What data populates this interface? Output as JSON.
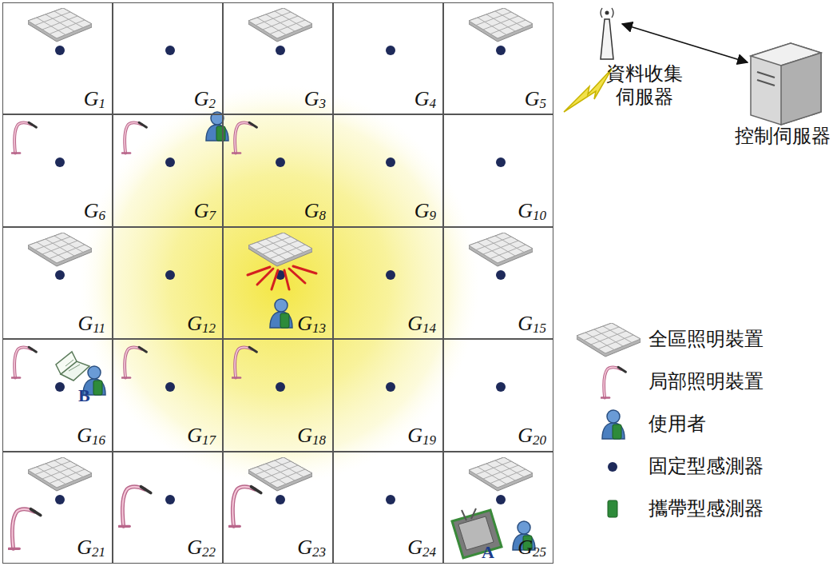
{
  "diagram": {
    "nodes": [
      {
        "text": [
          "G1"
        ]
      },
      {
        "text": [
          "G2"
        ]
      },
      {
        "text": [
          "G3"
        ]
      },
      {
        "text": [
          "G4"
        ]
      },
      {
        "text": [
          "G5"
        ]
      },
      {
        "text": [
          "G6"
        ]
      },
      {
        "text": [
          "G7"
        ]
      },
      {
        "text": [
          "G8"
        ]
      },
      {
        "text": [
          "G9"
        ]
      },
      {
        "text": [
          "G10"
        ]
      },
      {
        "text": [
          "G11"
        ]
      },
      {
        "text": [
          "G12"
        ]
      },
      {
        "text": [
          "G13"
        ]
      },
      {
        "text": [
          "G14"
        ]
      },
      {
        "text": [
          "G15"
        ]
      },
      {
        "text": [
          "G16"
        ]
      },
      {
        "text": [
          "G17"
        ]
      },
      {
        "text": [
          "G18"
        ]
      },
      {
        "text": [
          "G19"
        ]
      },
      {
        "text": [
          "G20"
        ]
      },
      {
        "text": [
          "G21"
        ]
      },
      {
        "text": [
          "G22"
        ]
      },
      {
        "text": [
          "G23"
        ]
      },
      {
        "text": [
          "G24"
        ]
      },
      {
        "text": [
          "G25"
        ]
      },
      {
        "text": [
          "資料收集伺服器"
        ]
      },
      {
        "text": [
          "控制伺服器"
        ]
      }
    ],
    "edges": [
      {
        "from": 25,
        "to": 26,
        "arrow": "both"
      }
    ],
    "labels": [
      "B",
      "A"
    ],
    "legend": [
      {
        "text": "全區照明裝置"
      },
      {
        "text": "局部照明裝置"
      },
      {
        "text": "使用者"
      },
      {
        "text": "固定型感測器"
      },
      {
        "text": "攜帶型感測器"
      }
    ]
  }
}
